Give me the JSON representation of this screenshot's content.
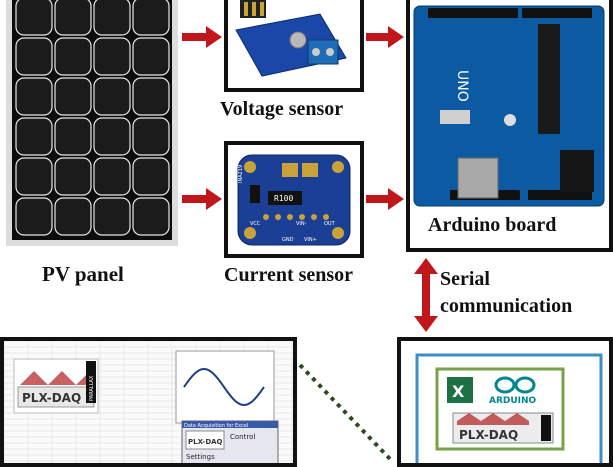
{
  "labels": {
    "pv_panel": "PV panel",
    "voltage_sensor": "Voltage sensor",
    "current_sensor": "Current sensor",
    "arduino_board": "Arduino board",
    "serial_line1": "Serial",
    "serial_line2": "communication"
  },
  "board_text": {
    "uno": "UNO",
    "ina": "INA219",
    "r100": "R100",
    "vcc": "VCC",
    "gnd": "GND",
    "vin_minus": "VIN-",
    "vin_plus": "VIN+",
    "out": "OUT"
  },
  "software": {
    "plx_daq": "PLX-DAQ",
    "parallax": "PARALLAX",
    "arduino": "ARDUINO",
    "data_acq_title": "Data Acquisition for Excel",
    "control": "Control",
    "settings": "Settings"
  },
  "colors": {
    "arrow_red": "#c0161c",
    "dotted_line": "#2e4a1e",
    "excel_green": "#1e7145",
    "arduino_teal": "#00878f"
  }
}
